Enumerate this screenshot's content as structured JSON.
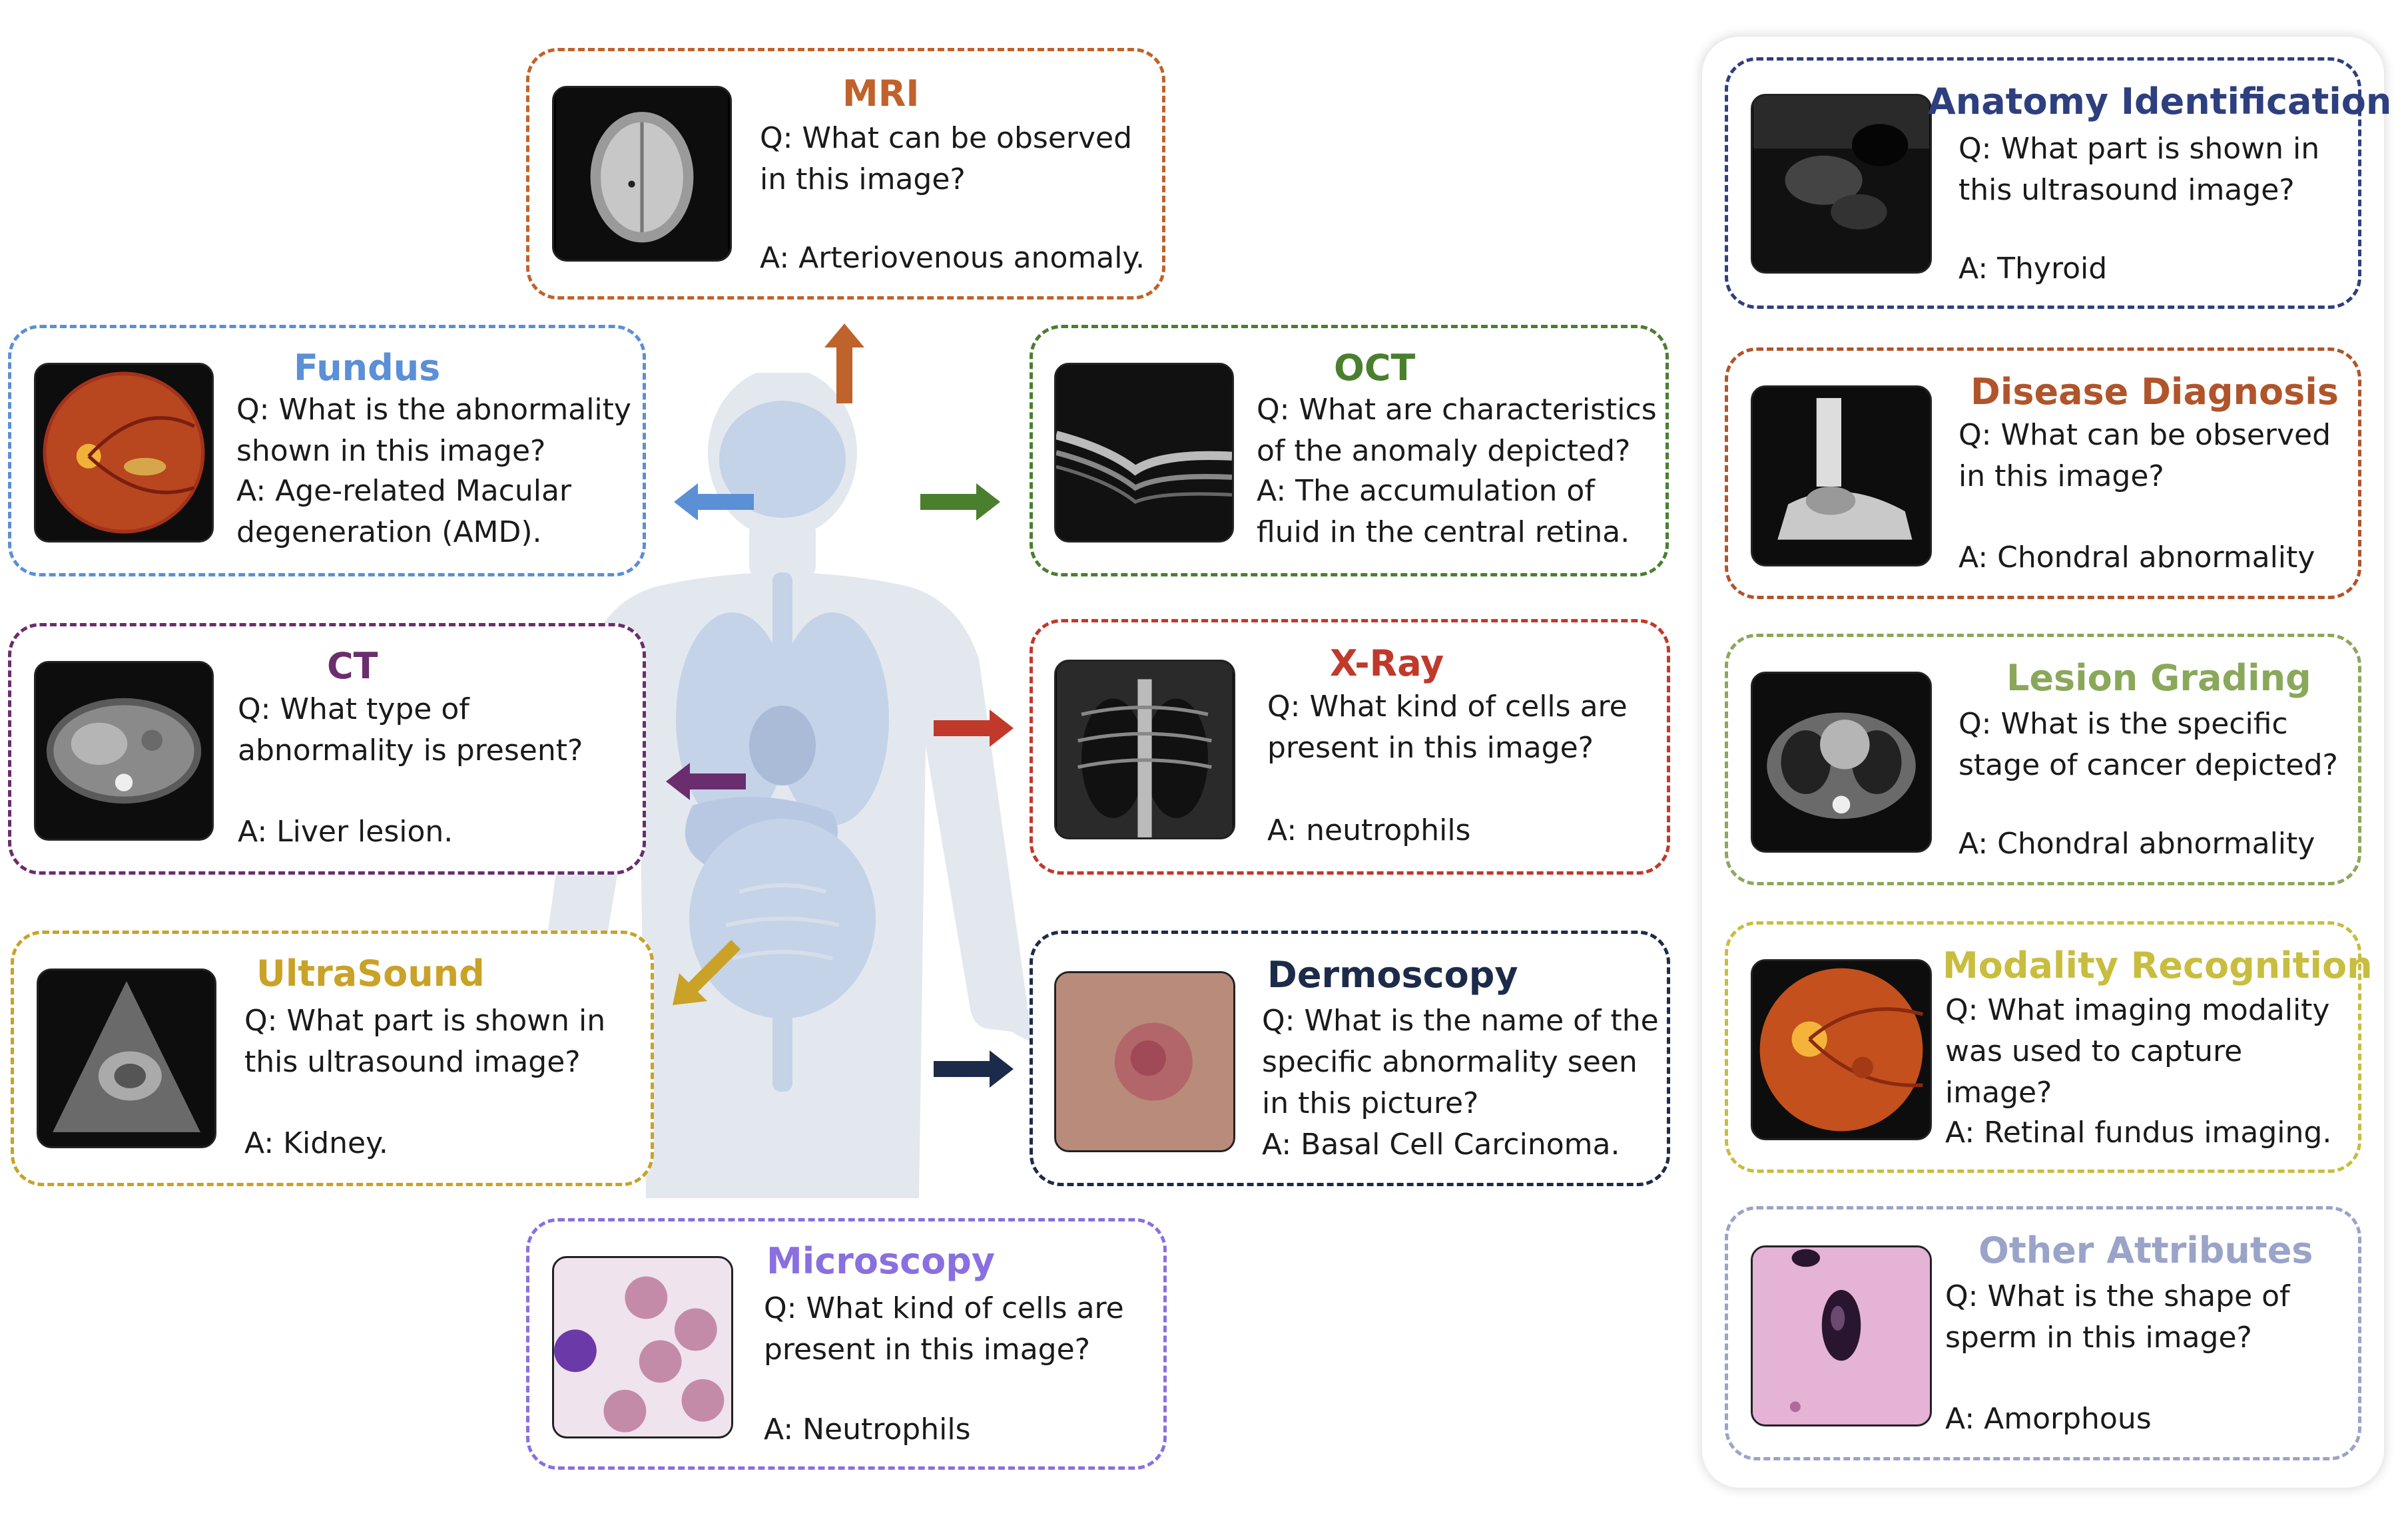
{
  "colors": {
    "mri": "#c0622b",
    "fundus": "#5b8fd6",
    "oct": "#4a7f2e",
    "ct": "#6a2d6d",
    "xray": "#c0392b",
    "ultrasound": "#c9a227",
    "dermoscopy": "#1d2b4a",
    "microscopy": "#8a6fe0",
    "anatomy": "#2e3f7f",
    "disease": "#b0542b",
    "lesion": "#8aa85a",
    "modality": "#c8bd3f",
    "other": "#9aa3c8",
    "body": "#e3e8ef",
    "organs": "#c5d3e8"
  },
  "modalities": {
    "mri": {
      "title": "MRI",
      "q": "Q: What can be observed\nin this image?",
      "a": "A: Arteriovenous anomaly.",
      "icon": "brain-mri-scan"
    },
    "fundus": {
      "title": "Fundus",
      "q": "Q: What is the abnormality\nshown in this image?",
      "a": "A: Age-related Macular\ndegeneration (AMD).",
      "icon": "retina-fundus"
    },
    "oct": {
      "title": "OCT",
      "q": "Q: What are characteristics\nof the anomaly depicted?",
      "a": "A: The accumulation of\nfluid in the central retina.",
      "icon": "oct-scan"
    },
    "ct": {
      "title": "CT",
      "q": "Q: What type of\nabnormality is present?",
      "a": "A: Liver lesion.",
      "icon": "ct-abdomen"
    },
    "xray": {
      "title": "X-Ray",
      "q": "Q: What kind of cells are\npresent in this image?",
      "a": "A: neutrophils",
      "icon": "chest-xray"
    },
    "ultrasound": {
      "title": "UltraSound",
      "q": "Q: What part is shown in\nthis ultrasound image?",
      "a": "A: Kidney.",
      "icon": "ultrasound-kidney"
    },
    "dermoscopy": {
      "title": "Dermoscopy",
      "q": "Q: What is the name of the\nspecific abnormality seen\nin this picture?",
      "a": "A: Basal Cell Carcinoma.",
      "icon": "skin-lesion"
    },
    "microscopy": {
      "title": "Microscopy",
      "q": "Q: What kind of cells are\npresent in this image?",
      "a": "A: Neutrophils",
      "icon": "blood-cells"
    }
  },
  "tasks": {
    "anatomy": {
      "title": "Anatomy Identification",
      "q": "Q: What part is shown in\nthis ultrasound image?",
      "a": "A: Thyroid",
      "icon": "ultrasound-thyroid"
    },
    "disease": {
      "title": "Disease Diagnosis",
      "q": "Q: What can be observed\nin this image?",
      "a": "A: Chondral abnormality",
      "icon": "ankle-mri"
    },
    "lesion": {
      "title": "Lesion Grading",
      "q": "Q: What is the specific\nstage of cancer depicted?",
      "a": "A: Chondral abnormality",
      "icon": "ct-chest"
    },
    "modality": {
      "title": "Modality Recognition",
      "q": "Q: What imaging modality\nwas used to capture image?",
      "a": "A: Retinal fundus imaging.",
      "icon": "retina-fundus"
    },
    "other": {
      "title": "Other Attributes",
      "q": "Q: What is the shape of\nsperm in this image?",
      "a": "A: Amorphous",
      "icon": "sperm-cell"
    }
  }
}
